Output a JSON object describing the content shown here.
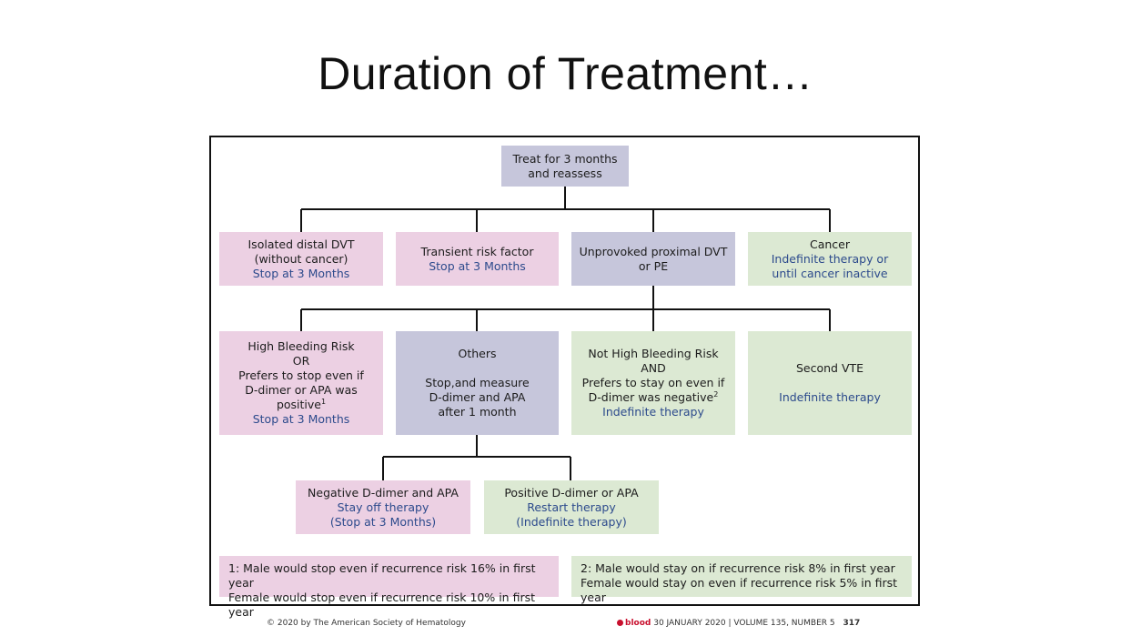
{
  "slide": {
    "title": "Duration of Treatment…"
  },
  "root": {
    "line1": "Treat for 3 months",
    "line2": "and reassess"
  },
  "level1": {
    "distal": {
      "line1": "Isolated distal DVT",
      "line2": "(without cancer)",
      "action": "Stop at 3 Months"
    },
    "transient": {
      "line1": "Transient risk factor",
      "action": "Stop at 3 Months"
    },
    "unprovoked": {
      "line1": "Unprovoked proximal DVT",
      "line2": "or PE"
    },
    "cancer": {
      "line1": "Cancer",
      "action1": "Indefinite therapy or",
      "action2": "until cancer inactive"
    }
  },
  "level2": {
    "high_bleeding": {
      "line1": "High Bleeding Risk",
      "line2": "OR",
      "line3": "Prefers to stop even if",
      "line4": "D-dimer or APA was",
      "line5": "positive",
      "sup": "1",
      "action": "Stop at 3 Months"
    },
    "others": {
      "line1": "Others",
      "line2": "Stop,and measure",
      "line3": "D-dimer and APA",
      "line4": "after 1 month"
    },
    "not_high_bleeding": {
      "line1": "Not High Bleeding Risk",
      "line2": "AND",
      "line3": "Prefers to stay on even if",
      "line4": "D-dimer was negative",
      "sup": "2",
      "action": "Indefinite therapy"
    },
    "second_vte": {
      "line1": "Second VTE",
      "action": "Indefinite therapy"
    }
  },
  "level3": {
    "negative": {
      "line1": "Negative  D-dimer and APA",
      "action1": "Stay off therapy",
      "action2": "(Stop at 3 Months)"
    },
    "positive": {
      "line1": "Positive D-dimer or APA",
      "action1": "Restart therapy",
      "action2": "(Indefinite therapy)"
    }
  },
  "notes": {
    "note1": {
      "line1": "1: Male would stop even if recurrence risk 16% in first year",
      "line2": "Female would stop even if recurrence risk 10% in first year"
    },
    "note2": {
      "line1": "2: Male would stay on if recurrence risk 8% in first year",
      "line2": "Female would stay on even if recurrence risk 5% in first year"
    }
  },
  "footer": {
    "copyright": "© 2020 by The American Society of Hematology",
    "journal": "blood",
    "citation": "30 JANUARY 2020 | VOLUME 135, NUMBER 5",
    "page": "317"
  },
  "colors": {
    "pink": "#ecd0e3",
    "lavender": "#c6c6db",
    "green": "#dce9d3",
    "action_text": "#2c4a8c",
    "brand_red": "#c8102e"
  }
}
